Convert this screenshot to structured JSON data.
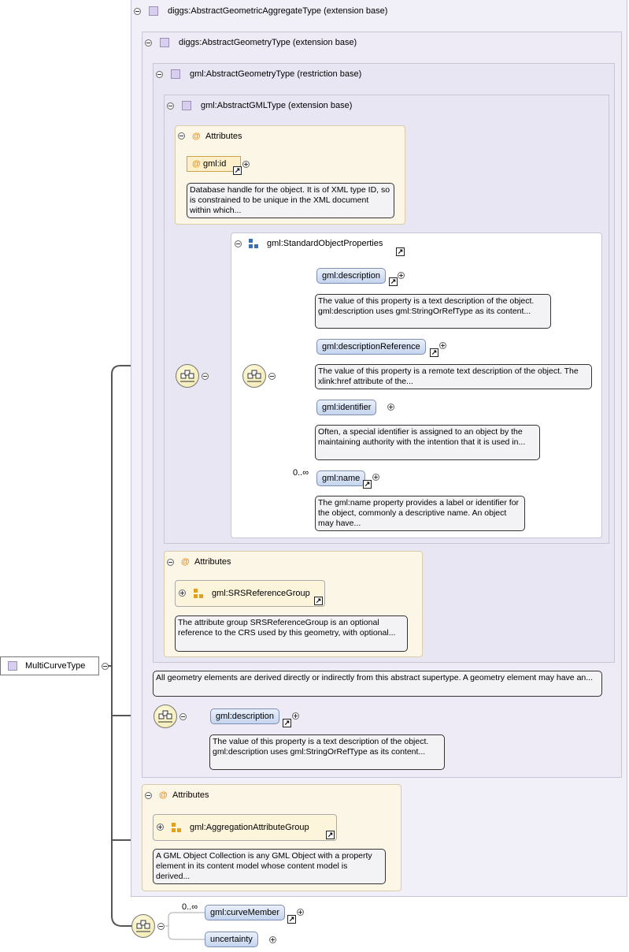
{
  "root": {
    "label": "MultiCurveType"
  },
  "types": {
    "aggregate": "diggs:AbstractGeometricAggregateType (extension base)",
    "geometry_ext": "diggs:AbstractGeometryType (extension base)",
    "geometry_res": "gml:AbstractGeometryType (restriction base)",
    "gml_type": "gml:AbstractGMLType (extension base)"
  },
  "attributes_label": "Attributes",
  "attr_top": {
    "element": "gml:id",
    "doc": "Database handle for the object. It is of XML type ID, so is constrained to be unique in the XML document within which..."
  },
  "std_group": {
    "label": "gml:StandardObjectProperties",
    "items": [
      {
        "name": "gml:description",
        "doc": "The value of this property is a text description of the object. gml:description uses gml:StringOrRefType as its content..."
      },
      {
        "name": "gml:descriptionReference",
        "doc": "The value of this property is a remote text description of the object. The xlink:href attribute of the..."
      },
      {
        "name": "gml:identifier",
        "doc": "Often, a special identifier is assigned to an object by the maintaining authority with the intention that it is used in..."
      },
      {
        "name": "gml:name",
        "occurs": "0..∞",
        "doc": "The gml:name property provides a label or identifier for the object, commonly a descriptive name. An object may have..."
      }
    ]
  },
  "srs": {
    "group": "gml:SRSReferenceGroup",
    "doc": "The attribute group SRSReferenceGroup is an optional reference to the CRS used by this geometry, with optional..."
  },
  "geometry_doc": "All geometry elements are derived directly or indirectly from this abstract supertype. A geometry element may have an...",
  "diggs_desc": {
    "name": "gml:description",
    "doc": "The value of this property is a text description of the object. gml:description uses gml:StringOrRefType as its content..."
  },
  "agg_attr": {
    "group": "gml:AggregationAttributeGroup",
    "doc": "A GML Object Collection is any GML Object with a property element in its content model whose content model is derived..."
  },
  "bottom": {
    "occurs": "0..∞",
    "curve_member": "gml:curveMember",
    "uncertainty": "uncertainty"
  },
  "colors": {
    "attr_accent": "#e8931c",
    "element_fill": "#c5d4ee",
    "type_fill": "#eeebf6"
  }
}
